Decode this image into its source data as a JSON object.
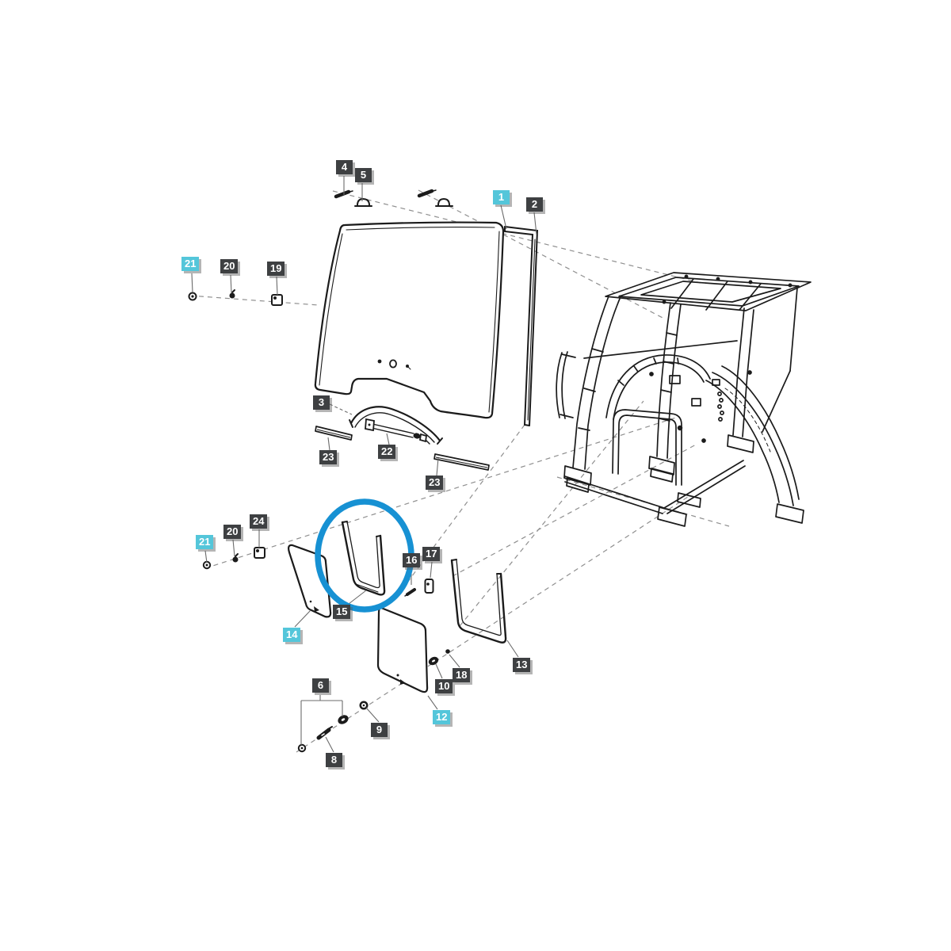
{
  "diagram": {
    "type": "exploded-parts-diagram",
    "subject": "tractor cab rear window, seals and side glass assembly",
    "highlighted_part": "15",
    "highlight_shape": "circle",
    "colors": {
      "line": "#1b1b1b",
      "leader": "#8f8f8f",
      "label_dark": "#3e4042",
      "label_cyan": "#54c6da",
      "label_text": "#ffffff",
      "highlight_circle": "#1791d3"
    },
    "visible_part_numbers": [
      "1",
      "2",
      "3",
      "4",
      "5",
      "6",
      "8",
      "9",
      "10",
      "12",
      "13",
      "14",
      "15",
      "16",
      "17",
      "18",
      "19",
      "20",
      "21",
      "22",
      "23",
      "24"
    ],
    "callouts": [
      {
        "label": "4",
        "style": "dark"
      },
      {
        "label": "5",
        "style": "dark"
      },
      {
        "label": "1",
        "style": "cyan"
      },
      {
        "label": "2",
        "style": "dark"
      },
      {
        "label": "21",
        "style": "cyan"
      },
      {
        "label": "20",
        "style": "dark"
      },
      {
        "label": "19",
        "style": "dark"
      },
      {
        "label": "3",
        "style": "dark"
      },
      {
        "label": "23",
        "style": "dark"
      },
      {
        "label": "22",
        "style": "dark"
      },
      {
        "label": "23",
        "style": "dark"
      },
      {
        "label": "24",
        "style": "dark"
      },
      {
        "label": "20",
        "style": "dark"
      },
      {
        "label": "21",
        "style": "cyan"
      },
      {
        "label": "17",
        "style": "dark"
      },
      {
        "label": "16",
        "style": "dark"
      },
      {
        "label": "15",
        "style": "dark"
      },
      {
        "label": "14",
        "style": "cyan"
      },
      {
        "label": "13",
        "style": "dark"
      },
      {
        "label": "18",
        "style": "dark"
      },
      {
        "label": "10",
        "style": "dark"
      },
      {
        "label": "12",
        "style": "cyan"
      },
      {
        "label": "6",
        "style": "dark"
      },
      {
        "label": "9",
        "style": "dark"
      },
      {
        "label": "8",
        "style": "dark"
      }
    ]
  }
}
